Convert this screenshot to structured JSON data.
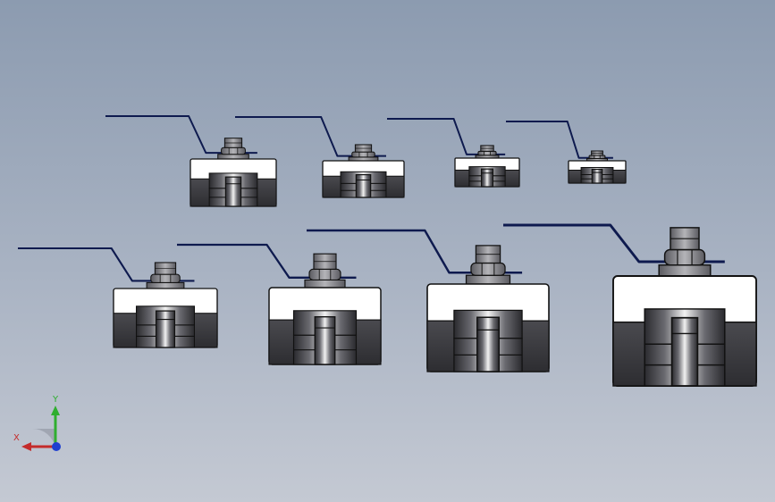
{
  "viewport": {
    "background_top": "#8c9bb0",
    "background_bottom": "#c4c9d3"
  },
  "model": {
    "component": "ball-valve",
    "instance_count": 8,
    "colors": {
      "handle": "#0e1a4e",
      "body_light": "#ffffff",
      "body_dark": "#3e3e42",
      "outline": "#111111",
      "nut": "#9a9a9e"
    }
  },
  "triad": {
    "x_label": "X",
    "y_label": "Y",
    "x_color": "#c42b2b",
    "y_color": "#2fae2f",
    "z_color": "#2040d0"
  }
}
